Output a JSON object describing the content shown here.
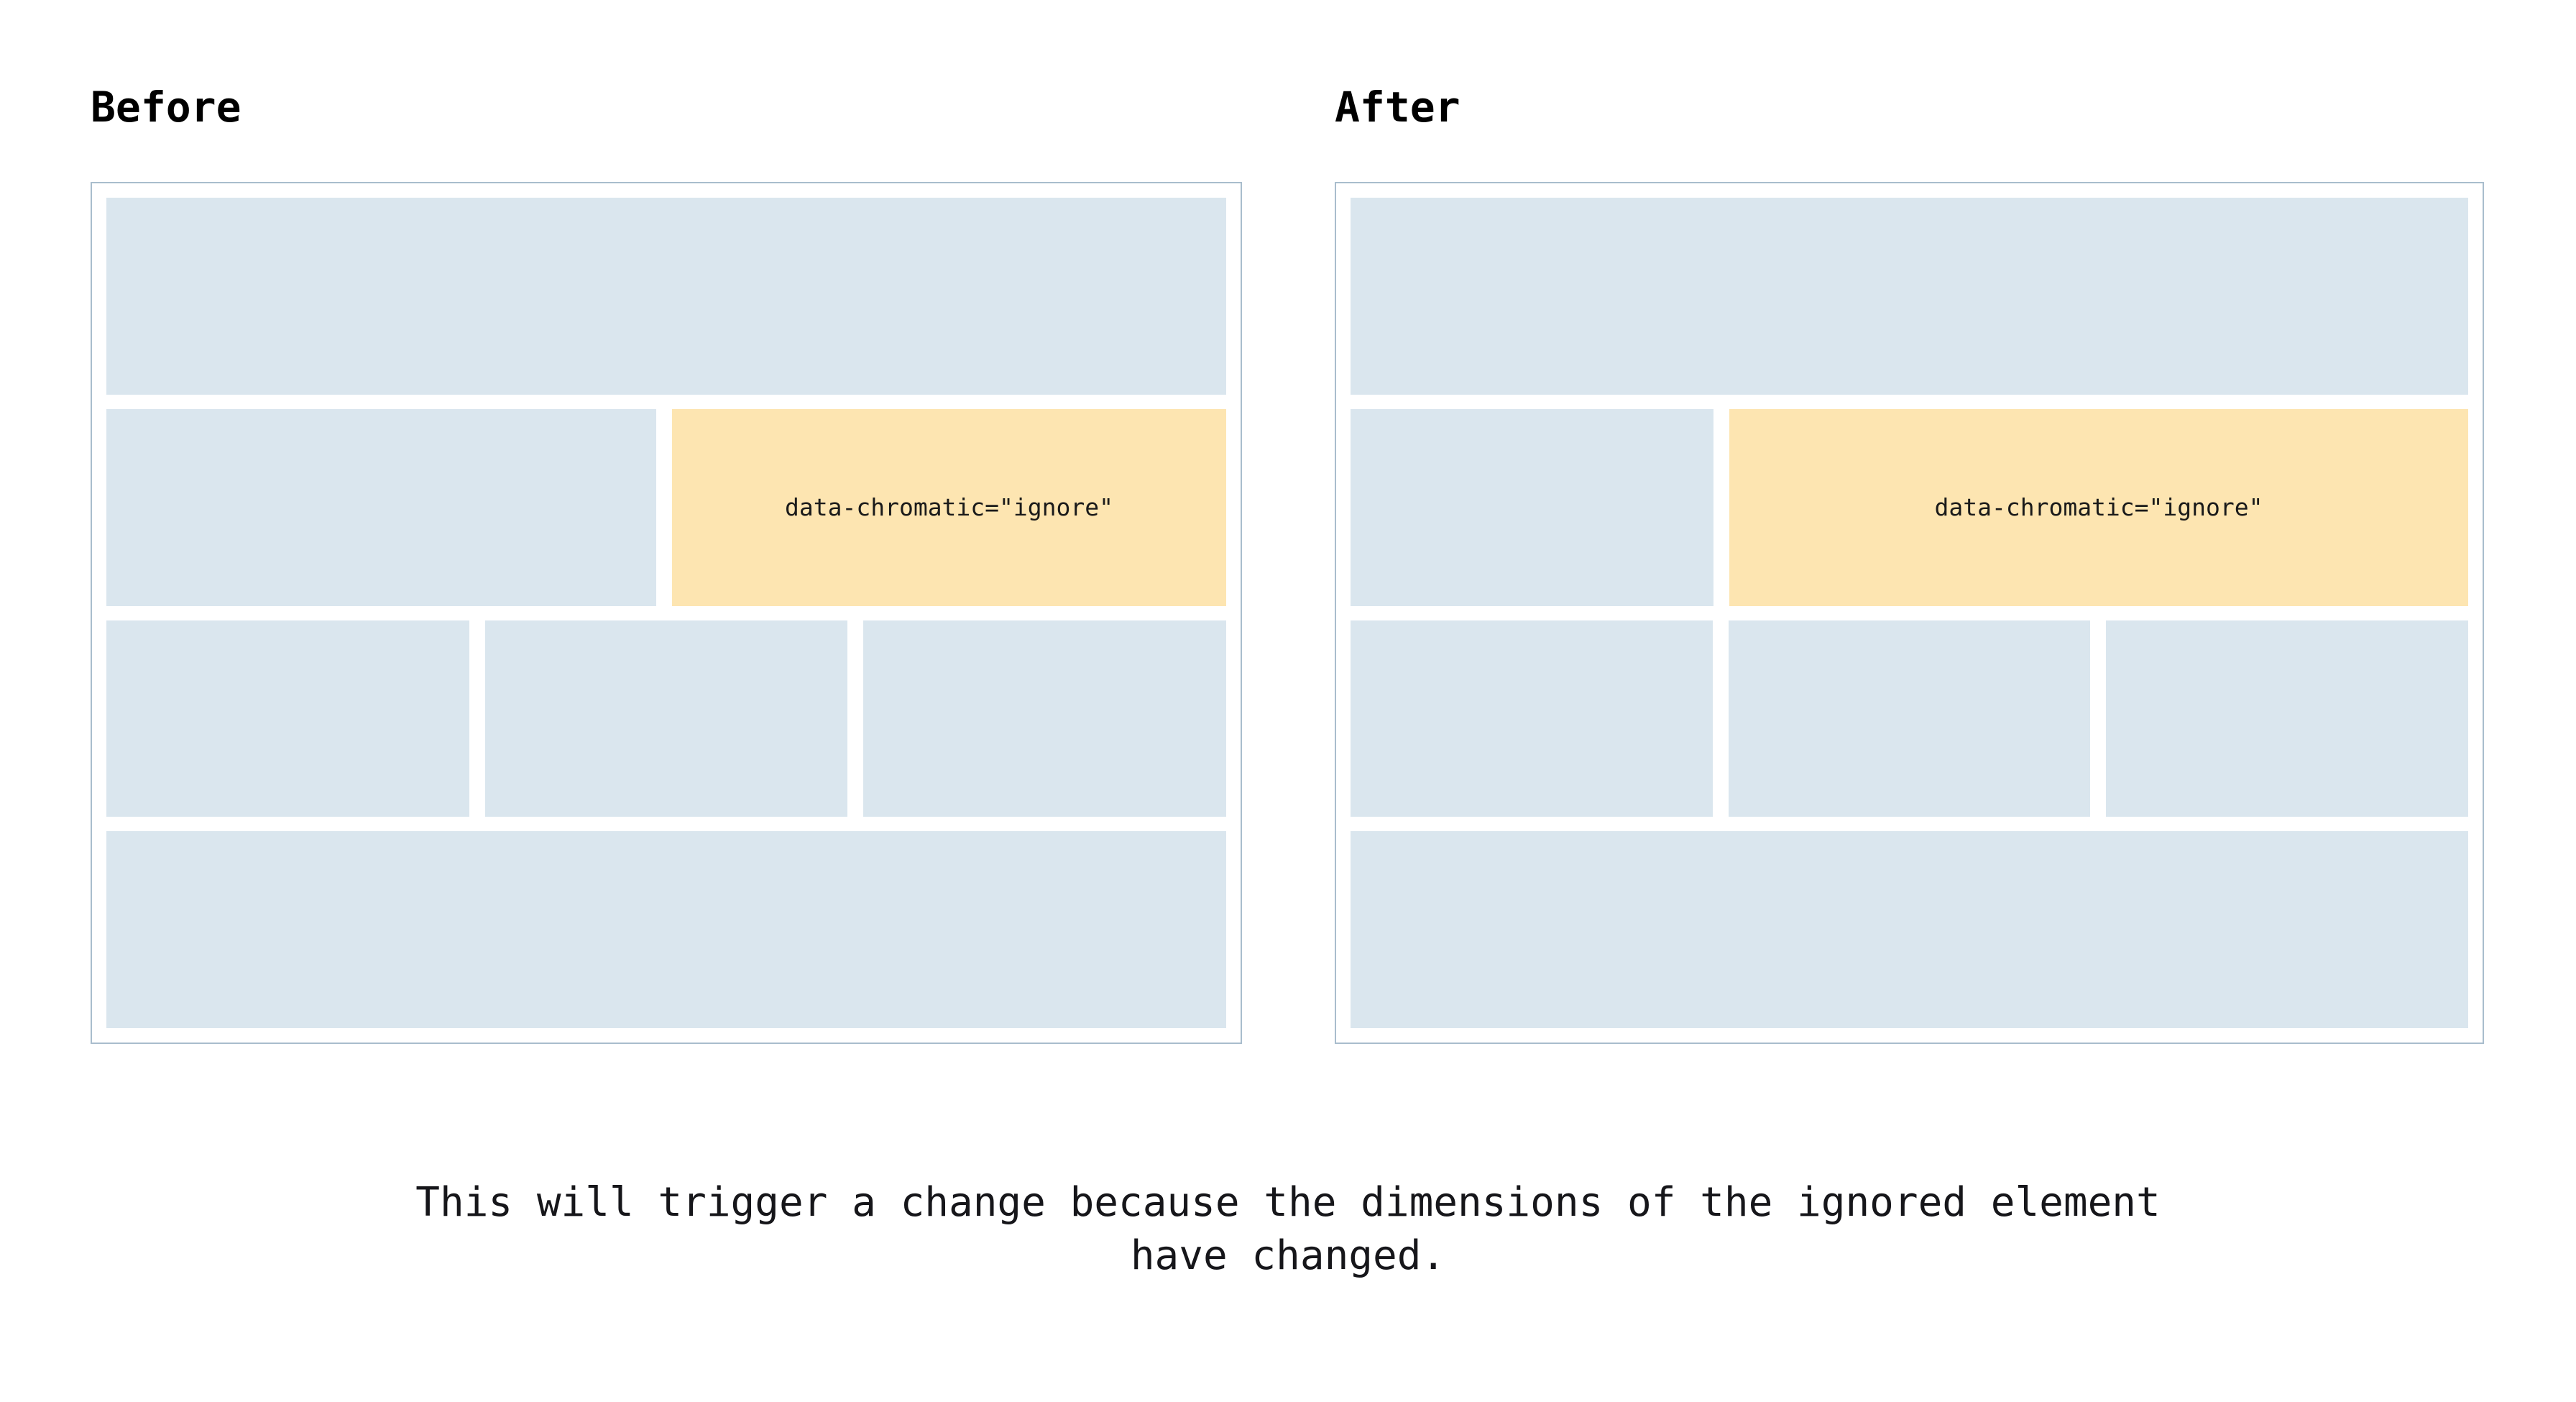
{
  "theme": {
    "page_background": "#ffffff",
    "panel_border": "#a9bdcd",
    "block_color": "#dae6ee",
    "ignored_block_color": "#fde5b1",
    "text_color": "#16161a"
  },
  "columns": [
    {
      "key": "before",
      "heading": "Before",
      "rows": [
        {
          "type": "full",
          "blocks": [
            {
              "variant": "plain"
            }
          ]
        },
        {
          "type": "split",
          "blocks": [
            {
              "variant": "plain"
            },
            {
              "variant": "ignored",
              "label": "data-chromatic=\"ignore\""
            }
          ]
        },
        {
          "type": "triple",
          "blocks": [
            {
              "variant": "plain"
            },
            {
              "variant": "plain"
            },
            {
              "variant": "plain"
            }
          ]
        },
        {
          "type": "full",
          "blocks": [
            {
              "variant": "plain"
            }
          ]
        }
      ]
    },
    {
      "key": "after",
      "heading": "After",
      "rows": [
        {
          "type": "full",
          "blocks": [
            {
              "variant": "plain"
            }
          ]
        },
        {
          "type": "split",
          "blocks": [
            {
              "variant": "plain"
            },
            {
              "variant": "ignored",
              "label": "data-chromatic=\"ignore\""
            }
          ]
        },
        {
          "type": "triple",
          "blocks": [
            {
              "variant": "plain"
            },
            {
              "variant": "plain"
            },
            {
              "variant": "plain"
            }
          ]
        },
        {
          "type": "full",
          "blocks": [
            {
              "variant": "plain"
            }
          ]
        }
      ]
    }
  ],
  "labels": {
    "before_heading": "Before",
    "after_heading": "After",
    "ignored_attribute": "data-chromatic=\"ignore\""
  },
  "caption": {
    "text": "This will trigger a change because the dimensions of the ignored element have changed."
  }
}
